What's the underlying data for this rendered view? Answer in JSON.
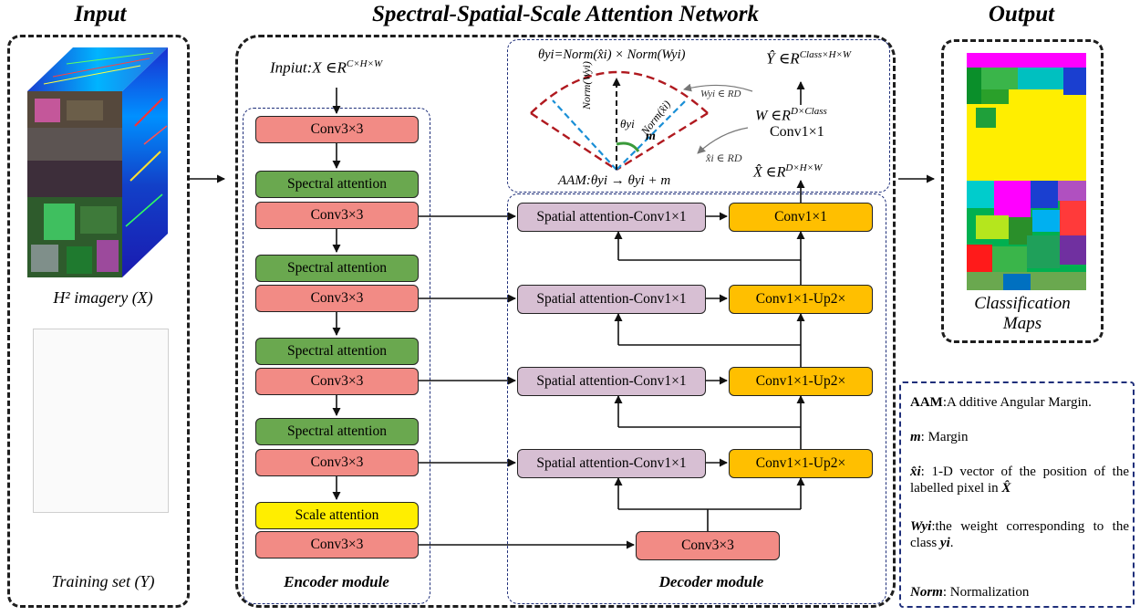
{
  "titles": {
    "input": "Input",
    "network": "Spectral-Spatial-Scale Attention Network",
    "output": "Output"
  },
  "input_panel": {
    "imagery_caption": "H² imagery (X)",
    "training_caption": "Training set (Y)"
  },
  "output_panel": {
    "caption_line1": "Classification",
    "caption_line2": "Maps"
  },
  "network": {
    "input_label": "Inpiut:X ∈R",
    "input_sup": "C×H×W",
    "encoder_label": "Encoder module",
    "decoder_label": "Decoder module",
    "encoder_blocks": {
      "conv": "Conv3×3",
      "spectral": "Spectral attention",
      "scale": "Scale attention"
    },
    "decoder_blocks": {
      "spatial": "Spatial attention-Conv1×1",
      "conv1": "Conv1×1",
      "conv_up": "Conv1×1-Up2×",
      "bottom_conv": "Conv3×3"
    }
  },
  "aam": {
    "theta_formula": "θyi=Norm(x̂i) × Norm(Wyi)",
    "norm_w": "Norm(Wyi)",
    "norm_x": "Norm(x̂i)",
    "theta": "θyi",
    "margin": "m",
    "aam_formula": "AAM:θyi → θyi + m",
    "y_hat": "Ŷ ∈R",
    "y_hat_sup": "Class×H×W",
    "w_label": "Wyi ∈ RD",
    "w_full": "W ∈R",
    "w_full_sup": "D×Class",
    "conv": "Conv1×1",
    "x_i_label": "x̂i ∈ RD",
    "x_hat": "X̂ ∈R",
    "x_hat_sup": "D×H×W"
  },
  "legend": {
    "aam_key": "AAM",
    "aam_text": ":A dditive Angular Margin.",
    "m_key": "m",
    "m_text": ": Margin",
    "x_key": "x̂i",
    "x_text": ": 1-D vector of the position of the labelled pixel in ",
    "x_suffix": "X̂",
    "w_key": "Wyi",
    "w_text": ":the weight corresponding to the class ",
    "w_suffix": "yi",
    "w_end": ".",
    "norm_key": "Norm",
    "norm_text": ": Normalization"
  }
}
